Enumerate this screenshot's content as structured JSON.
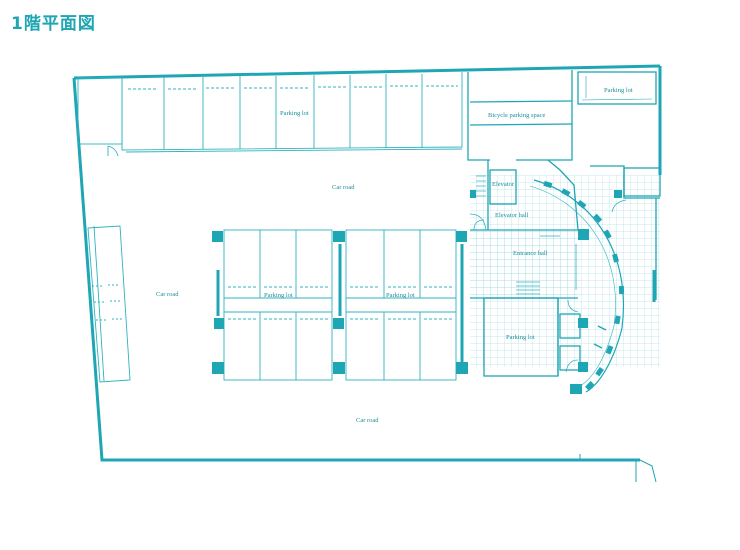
{
  "title": "1階平面図",
  "colors": {
    "line": "#1fa6b4",
    "thin": "#2fb3bf",
    "grid": "#8fd4dc",
    "text": "#1c8f9b"
  },
  "labels": {
    "parking_top": "Parking lot",
    "parking_top_right": "Parking lot",
    "bicycle": "Bicycle parking space",
    "car_road_top": "Car road",
    "car_road_left": "Car road",
    "car_road_bottom": "Car road",
    "elevator": "Elevator",
    "elevator_hall": "Elevator hall",
    "entrance_hall": "Entrance hall",
    "parking_center_left": "Parking lot",
    "parking_center_right": "Parking lot",
    "parking_right_small": "Parking lot"
  }
}
